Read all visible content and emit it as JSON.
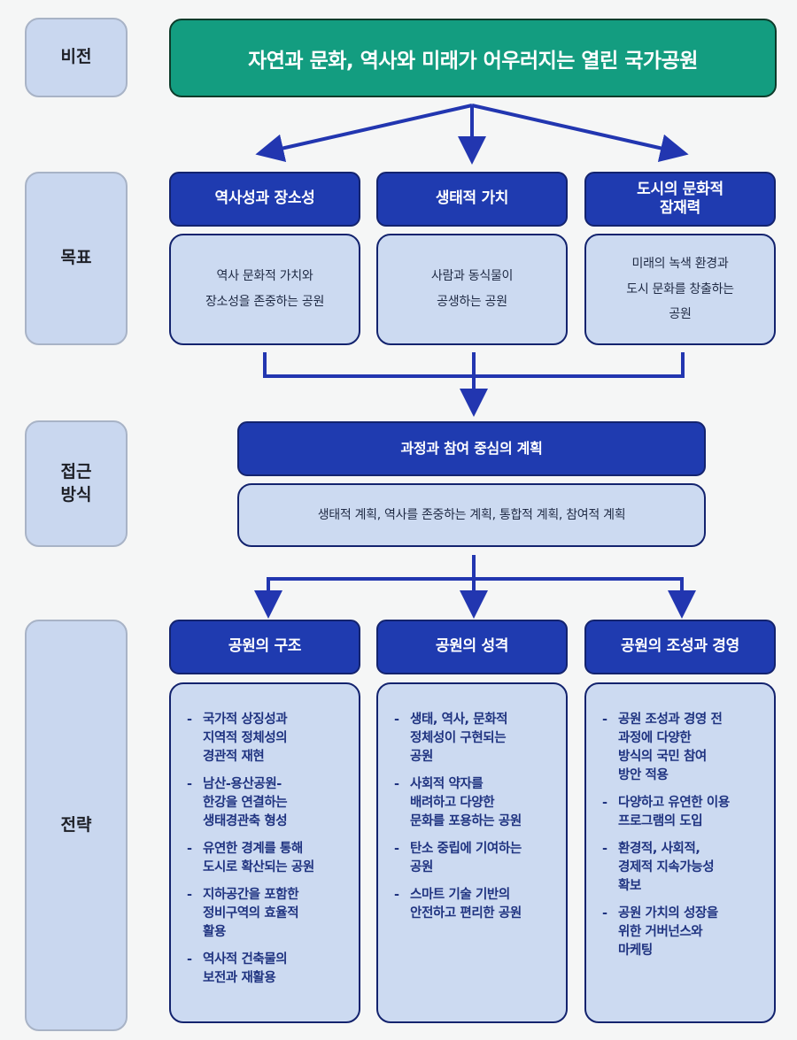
{
  "rows": {
    "vision": {
      "label": "비전",
      "text": "자연과 문화, 역사와 미래가 어우러지는 열린 국가공원"
    },
    "goals": {
      "label": "목표",
      "items": [
        {
          "title": "역사성과 장소성",
          "description": "역사 문화적 가치와\n장소성을 존중하는 공원"
        },
        {
          "title": "생태적 가치",
          "description": "사람과 동식물이\n공생하는 공원"
        },
        {
          "title": "도시의 문화적\n잠재력",
          "description": "미래의 녹색 환경과\n도시 문화를 창출하는\n공원"
        }
      ]
    },
    "approach": {
      "label": "접근\n방식",
      "title": "과정과 참여 중심의 계획",
      "description": "생태적 계획, 역사를 존중하는 계획, 통합적 계획, 참여적 계획"
    },
    "strategy": {
      "label": "전략",
      "columns": [
        {
          "title": "공원의 구조",
          "bullets": [
            "국가적 상징성과\n지역적 정체성의\n경관적 재현",
            "남산-용산공원-\n한강을 연결하는\n생태경관축 형성",
            "유연한 경계를 통해\n도시로 확산되는 공원",
            "지하공간을 포함한\n정비구역의 효율적\n활용",
            "역사적 건축물의\n보전과 재활용"
          ]
        },
        {
          "title": "공원의 성격",
          "bullets": [
            "생태, 역사, 문화적\n정체성이 구현되는\n공원",
            "사회적 약자를\n배려하고 다양한\n문화를 포용하는 공원",
            "탄소 중립에 기여하는\n공원",
            "스마트 기술 기반의\n안전하고 편리한 공원"
          ]
        },
        {
          "title": "공원의 조성과 경영",
          "bullets": [
            "공원 조성과 경영 전\n과정에  다양한\n방식의 국민 참여\n방안 적용",
            "다양하고 유연한 이용\n프로그램의 도입",
            "환경적, 사회적,\n경제적 지속가능성\n확보",
            "공원 가치의 성장을\n위한 거버넌스와\n마케팅"
          ]
        }
      ]
    }
  },
  "bullet_marker": "-",
  "colors": {
    "background": "#f5f6f6",
    "label_box": "#c9d7ef",
    "vision_green": "#139d80",
    "header_blue": "#1f3bb0",
    "detail_box": "#ccdaf1",
    "connector_blue": "#2236b0"
  }
}
